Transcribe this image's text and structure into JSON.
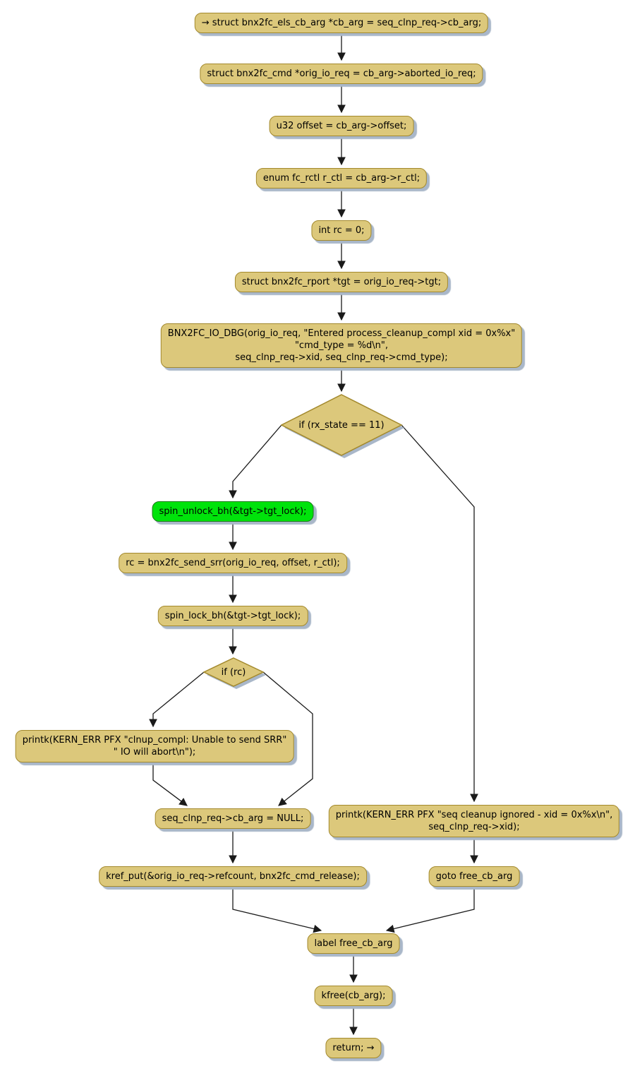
{
  "flowchart": {
    "colors": {
      "background": "#FFFFFF",
      "node_fill": "#DCC87B",
      "node_border": "#A3892D",
      "green_fill": "#00E30B",
      "green_border": "#1B7A1B",
      "edge_color": "#1A1A1A",
      "shadow_color": "#A9B7C9",
      "text_color": "#000000"
    },
    "nodes": {
      "start": {
        "label": "→ struct bnx2fc_els_cb_arg *cb_arg = seq_clnp_req->cb_arg;"
      },
      "orig_io_req": {
        "label": "struct bnx2fc_cmd *orig_io_req = cb_arg->aborted_io_req;"
      },
      "offset": {
        "label": "u32 offset = cb_arg->offset;"
      },
      "r_ctl": {
        "label": "enum fc_rctl r_ctl = cb_arg->r_ctl;"
      },
      "rc_init": {
        "label": "int rc = 0;"
      },
      "tgt": {
        "label": "struct bnx2fc_rport *tgt = orig_io_req->tgt;"
      },
      "io_dbg": {
        "lines": [
          "BNX2FC_IO_DBG(orig_io_req, \"Entered process_cleanup_compl xid = 0x%x\"",
          "\"cmd_type = %d\\n\",",
          "seq_clnp_req->xid, seq_clnp_req->cmd_type);"
        ]
      },
      "if_rx_state": {
        "label": "if (rx_state == 11)"
      },
      "spin_unlock": {
        "label": "spin_unlock_bh(&tgt->tgt_lock);"
      },
      "send_srr": {
        "label": "rc = bnx2fc_send_srr(orig_io_req, offset, r_ctl);"
      },
      "spin_lock": {
        "label": "spin_lock_bh(&tgt->tgt_lock);"
      },
      "if_rc": {
        "label": "if (rc)"
      },
      "printk_srr_fail": {
        "lines": [
          "printk(KERN_ERR PFX \"clnup_compl: Unable to send SRR\"",
          "\" IO will abort\\n\");"
        ]
      },
      "cb_arg_null": {
        "label": "seq_clnp_req->cb_arg = NULL;"
      },
      "printk_ignored": {
        "lines": [
          "printk(KERN_ERR PFX \"seq cleanup ignored - xid = 0x%x\\n\",",
          "seq_clnp_req->xid);"
        ]
      },
      "kref_put": {
        "label": "kref_put(&orig_io_req->refcount, bnx2fc_cmd_release);"
      },
      "goto_free": {
        "label": "goto free_cb_arg"
      },
      "label_free": {
        "label": "label free_cb_arg"
      },
      "kfree": {
        "label": "kfree(cb_arg);"
      },
      "return": {
        "label": "return; →"
      }
    }
  }
}
